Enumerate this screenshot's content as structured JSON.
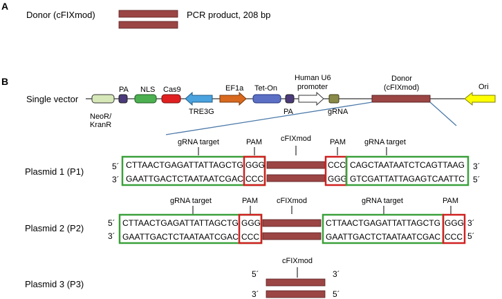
{
  "panel_a": {
    "letter": "A",
    "donor_label": "Donor (cFIXmod)",
    "product_label": "PCR product, 208 bp"
  },
  "panel_b": {
    "letter": "B",
    "vector_label": "Single vector",
    "elements": {
      "neor": "NeoR/",
      "kranr": "KranR",
      "pa1": "PA",
      "nls": "NLS",
      "cas9": "Cas9",
      "tre3g": "TRE3G",
      "ef1a": "EF1a",
      "teton": "Tet-On",
      "pa2": "PA",
      "u6_line1": "Human U6",
      "u6_line2": "promoter",
      "grna": "gRNA",
      "donor_line1": "Donor",
      "donor_line2": "(cFIXmod)",
      "ori": "Ori"
    },
    "colors": {
      "neor": "#d6e8b8",
      "pa": "#4b3a7a",
      "nls": "#4caf50",
      "cas9": "#e02020",
      "tre3g": "#4aa3df",
      "ef1a": "#d9691e",
      "teton": "#5b6fc4",
      "u6": "#ffffff",
      "grna": "#8a8a48",
      "donor": "#9b4545",
      "ori": "#ffff00",
      "green_box": "#3aa03a",
      "red_box": "#d02020",
      "zoom_line": "#4a78a8"
    },
    "plasmid1": {
      "label": "Plasmid 1 (P1)",
      "grna_target_left": "gRNA target",
      "pam_left": "PAM",
      "cfixmod": "cFIXmod",
      "pam_right": "PAM",
      "grna_target_right": "gRNA target",
      "prime5_left": "5´",
      "prime3_left": "3´",
      "seq_top_left": "CTTAACTGAGATTATTAGCTG",
      "seq_bottom_left": "GAATTGACTCTAATAATCGAC",
      "pam_top_left": "GGG",
      "pam_bottom_left": "CCC",
      "pam_top_right": "CCC",
      "pam_bottom_right": "GGG",
      "seq_top_right": "CAGCTAATAATCTCAGTTAAG",
      "seq_bottom_right": "GTCGATTATTAGAGTCAATTC",
      "prime3_right": "3´",
      "prime5_right": "5´"
    },
    "plasmid2": {
      "label": "Plasmid 2 (P2)",
      "grna_target_left": "gRNA target",
      "pam_left": "PAM",
      "cfixmod": "cFIXmod",
      "grna_target_right": "gRNA target",
      "pam_right": "PAM",
      "prime5_left": "5´",
      "prime3_left": "3´",
      "seq_top_left": "CTTAACTGAGATTATTAGCTG",
      "seq_bottom_left": "GAATTGACTCTAATAATCGAC",
      "pam_top_left": "GGG",
      "pam_bottom_left": "CCC",
      "seq_top_right": "CTTAACTGAGATTATTAGCTG",
      "seq_bottom_right": "GAATTGACTCTAATAATCGAC",
      "pam_top_right": "GGG",
      "pam_bottom_right": "CCC",
      "prime3_right": "3´",
      "prime5_right": "5´"
    },
    "plasmid3": {
      "label": "Plasmid 3 (P3)",
      "cfixmod": "cFIXmod",
      "prime5_left": "5´",
      "prime3_right": "3´",
      "prime3_left": "3´",
      "prime5_right": "5´"
    }
  }
}
